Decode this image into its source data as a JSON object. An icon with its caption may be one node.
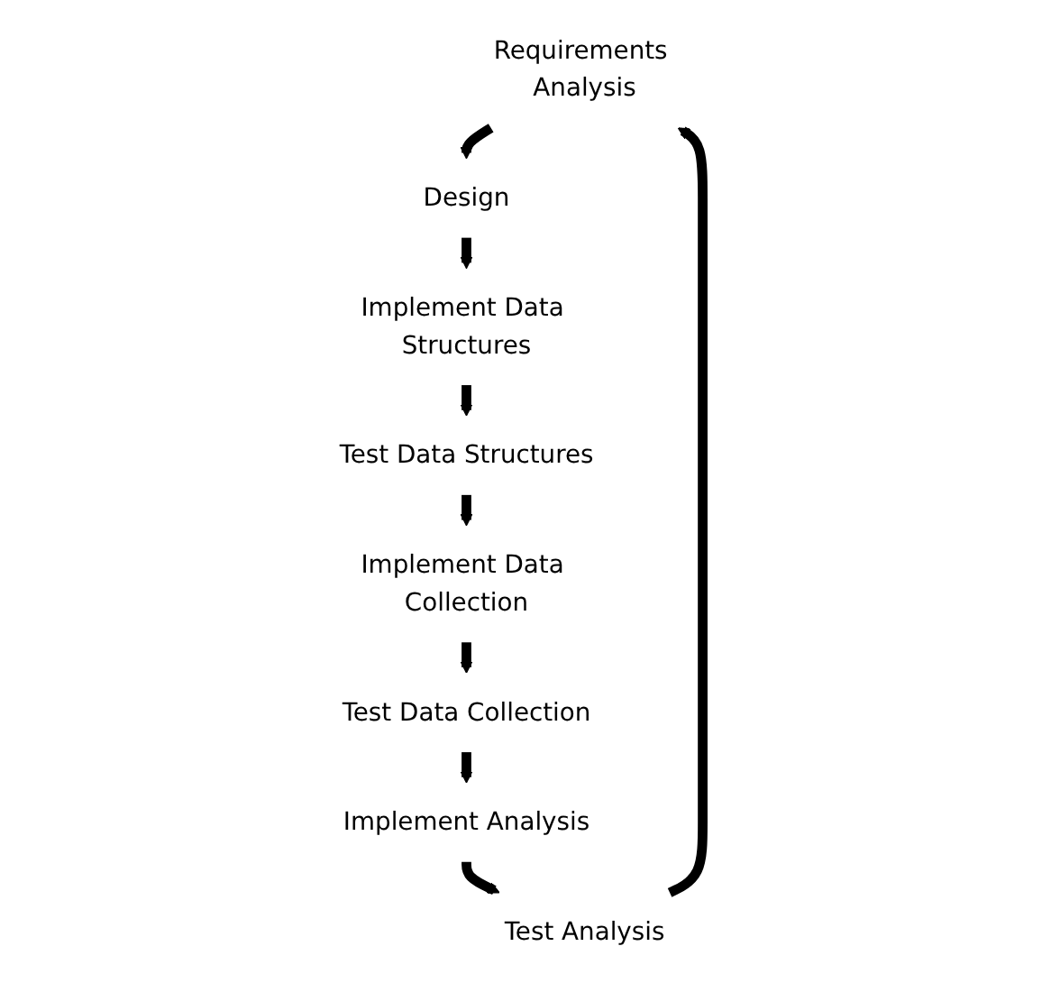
{
  "diagram": {
    "nodes": [
      {
        "text": [
          "Requirements Analysis"
        ]
      },
      {
        "text": [
          "Design"
        ]
      },
      {
        "text": [
          "Implement Data Structures"
        ]
      },
      {
        "text": [
          "Test Data Structures"
        ]
      },
      {
        "text": [
          "Implement Data Collection"
        ]
      },
      {
        "text": [
          "Test Data Collection"
        ]
      },
      {
        "text": [
          "Implement Analysis"
        ]
      },
      {
        "text": [
          "Test Analysis"
        ]
      }
    ],
    "edges": [
      {
        "from": 0,
        "to": 1,
        "arrow": "to"
      },
      {
        "from": 1,
        "to": 2,
        "arrow": "to"
      },
      {
        "from": 2,
        "to": 3,
        "arrow": "to"
      },
      {
        "from": 3,
        "to": 4,
        "arrow": "to"
      },
      {
        "from": 4,
        "to": 5,
        "arrow": "to"
      },
      {
        "from": 5,
        "to": 6,
        "arrow": "to"
      },
      {
        "from": 6,
        "to": 7,
        "arrow": "to"
      },
      {
        "from": 7,
        "to": 0,
        "arrow": "to"
      }
    ]
  }
}
